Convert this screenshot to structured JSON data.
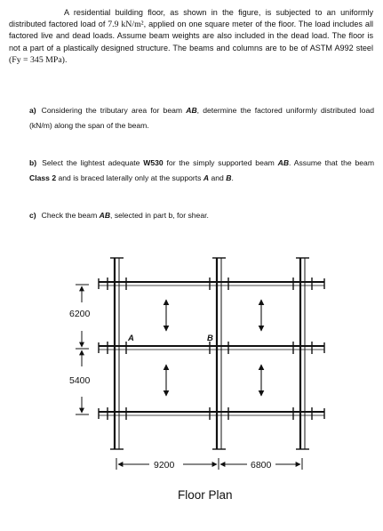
{
  "intro": {
    "p1": "A residential building floor, as shown in the figure, is subjected to an uniformly distributed factored load of ",
    "load": "7.9 kN/m²",
    "p2": ", applied on one square meter of the floor. The load includes all factored live and dead loads. Assume beam weights are also included in the dead load. The floor is not a part of a plastically designed structure. The beams and columns are to be of ASTM A992 steel ",
    "fy": "(Fy = 345 MPa)",
    "p3": "."
  },
  "qa": {
    "label": "a)",
    "t1": "Considering the tributary area for beam ",
    "b1": "AB",
    "t2": ", determine the factored uniformly distributed load (kN/m) along the span of the beam."
  },
  "qb": {
    "label": "b)",
    "t1": "Select the lightest adequate ",
    "b1": "W530",
    "t2": " for the simply supported beam ",
    "b2": "AB",
    "t3": ". Assume that the beam ",
    "b3": "Class 2",
    "t4": " and is braced laterally only at the supports ",
    "b4": "A",
    "t5": " and ",
    "b5": "B",
    "t6": "."
  },
  "qc": {
    "label": "c)",
    "t1": "Check the beam ",
    "b1": "AB",
    "t2": ", selected in part b, for shear."
  },
  "figure": {
    "dim_v1": "6200",
    "dim_v2": "5400",
    "dim_h1": "9200",
    "dim_h2": "6800",
    "point_a": "A",
    "point_b": "B",
    "caption": "Floor Plan"
  }
}
